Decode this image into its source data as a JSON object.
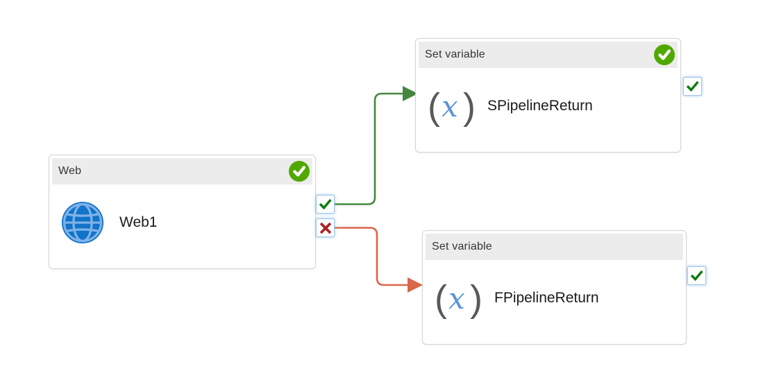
{
  "diagram": {
    "nodes": [
      {
        "type_label": "Web",
        "name": "Web1",
        "status": "succeeded"
      },
      {
        "type_label": "Set variable",
        "name": "SPipelineReturn",
        "status": "succeeded"
      },
      {
        "type_label": "Set variable",
        "name": "FPipelineReturn",
        "status": "not-run"
      }
    ],
    "var_icon_glyphs": {
      "open": "(",
      "x": "x",
      "close": ")"
    },
    "colors": {
      "success_badge": "#50a800",
      "success_line": "#44883f",
      "failure_line": "#d9664a",
      "port_check": "#107c10",
      "port_cross": "#b02121",
      "globe_fill": "#1173c9",
      "globe_lines": "#7fb2e8",
      "var_paren": "#595959",
      "var_x": "#5b94d8"
    }
  }
}
